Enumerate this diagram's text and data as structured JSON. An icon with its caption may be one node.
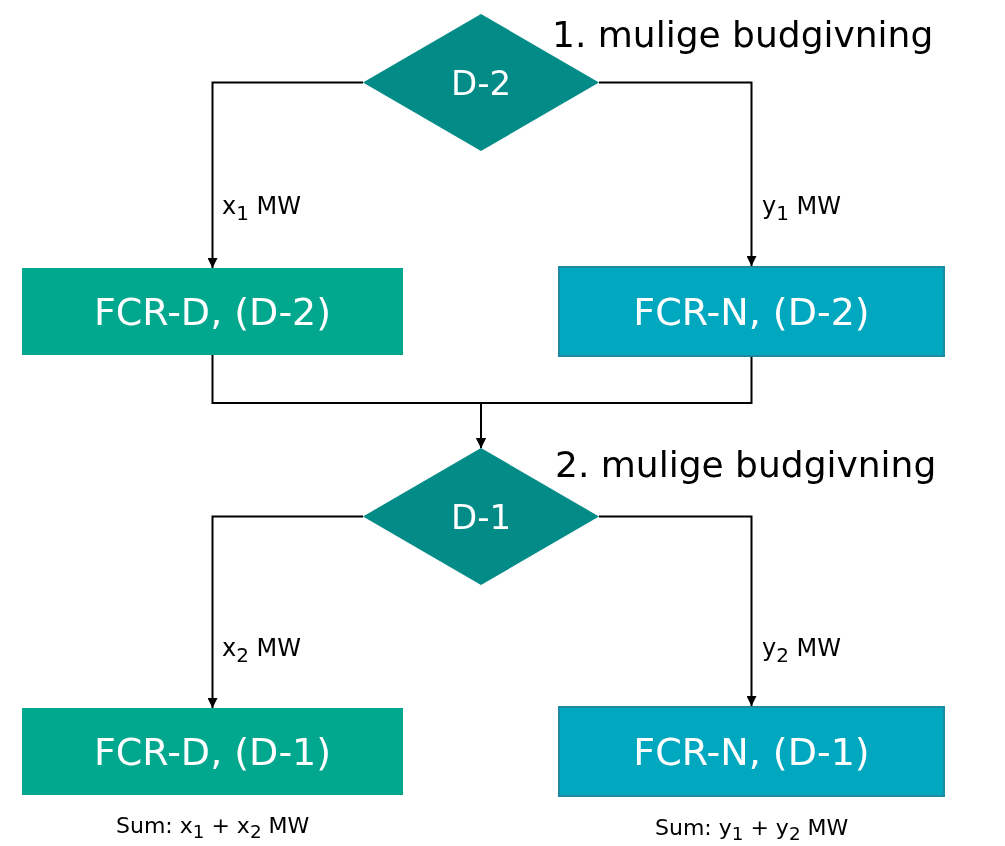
{
  "diagram": {
    "nodes": [
      {
        "text": [
          "D-2"
        ]
      },
      {
        "text": [
          "FCR-D, (D-2)"
        ]
      },
      {
        "text": [
          "FCR-N, (D-2)"
        ]
      },
      {
        "text": [
          "D-1"
        ]
      },
      {
        "text": [
          "FCR-D, (D-1)"
        ],
        "beside": [
          "Sum: x$_{1}$ + x$_{2}$ MW"
        ]
      },
      {
        "text": [
          "FCR-N, (D-1)"
        ],
        "beside": [
          "Sum: y$_{1}$ + y$_{2}$ MW"
        ]
      }
    ],
    "edges": [
      {
        "from": 0,
        "to": 1,
        "arrow": "to",
        "label": "x$_{1}$ MW"
      },
      {
        "from": 0,
        "to": 2,
        "arrow": "to",
        "label": "y$_{1}$ MW"
      },
      {
        "from": 1,
        "to": 3,
        "arrow": "to"
      },
      {
        "from": 2,
        "to": 3,
        "arrow": "to"
      },
      {
        "from": 3,
        "to": 4,
        "arrow": "to",
        "label": "x$_{2}$ MW"
      },
      {
        "from": 3,
        "to": 5,
        "arrow": "to",
        "label": "y$_{2}$ MW"
      }
    ],
    "labels": [
      "1. mulige budgivning",
      "2. mulige budgivning"
    ]
  }
}
